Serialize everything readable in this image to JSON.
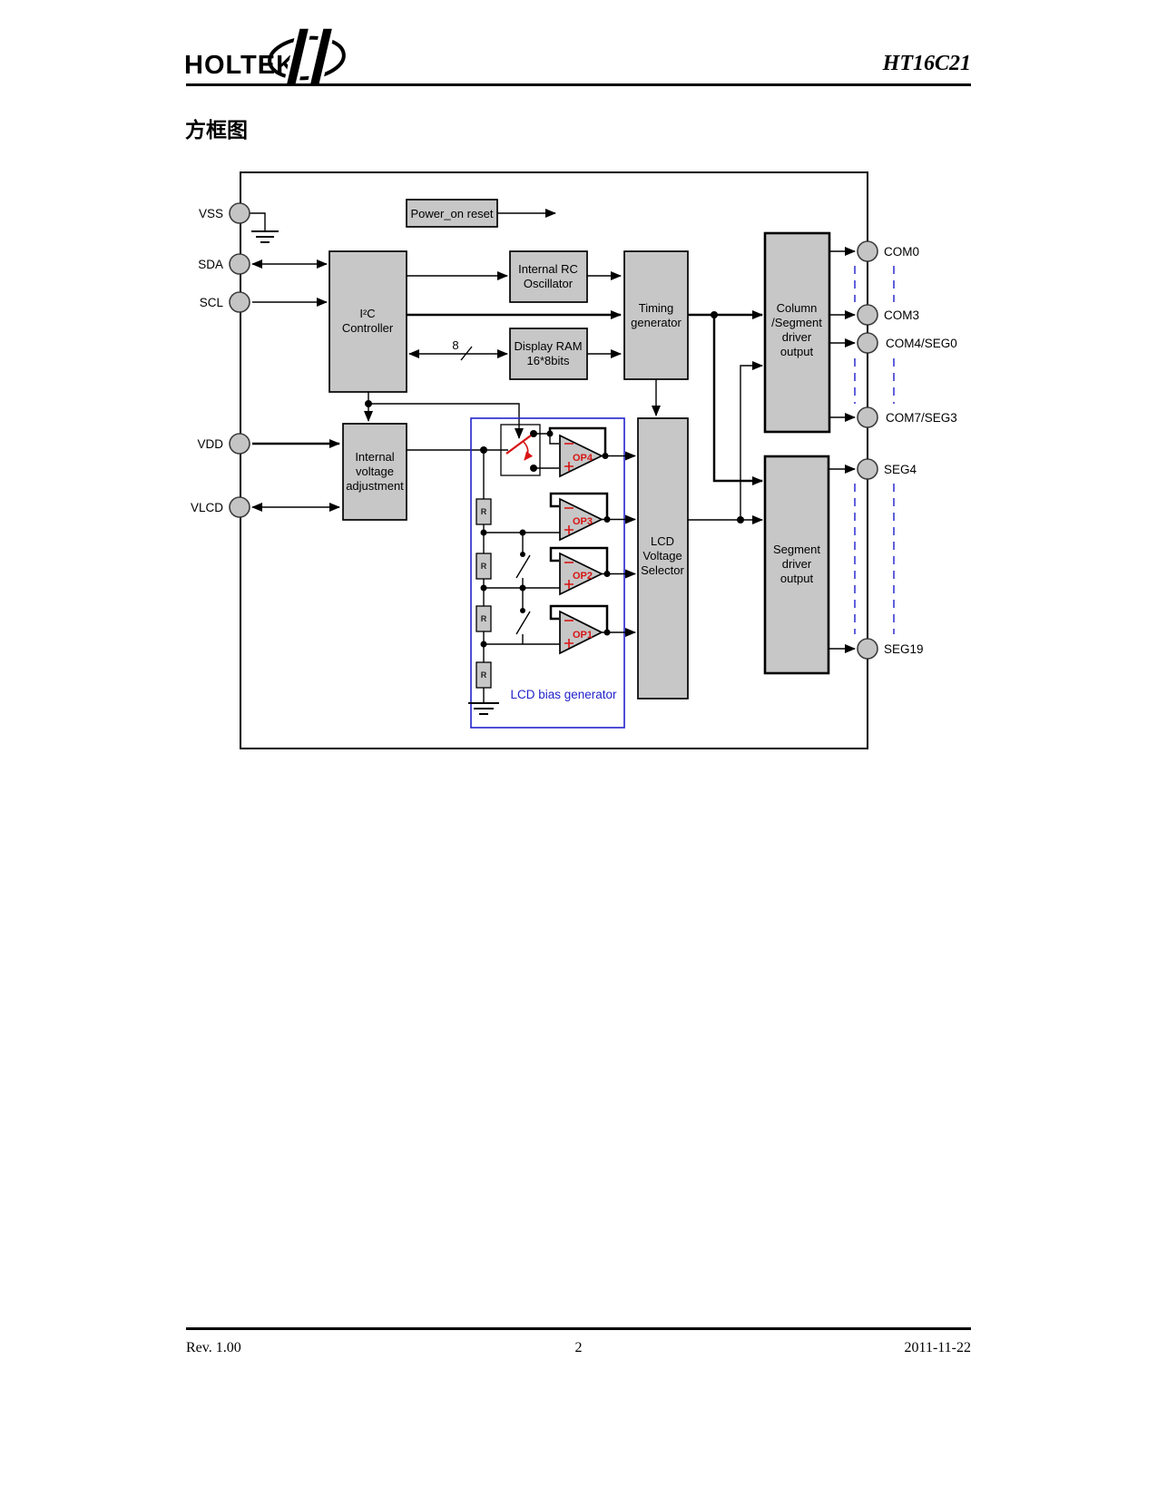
{
  "header": {
    "logo_text": "HOLTEK",
    "part_number": "HT16C21"
  },
  "title": "方框图",
  "diagram": {
    "pins_left": [
      "VSS",
      "SDA",
      "SCL",
      "VDD",
      "VLCD"
    ],
    "pins_right": [
      "COM0",
      "COM3",
      "COM4/SEG0",
      "COM7/SEG3",
      "SEG4",
      "SEG19"
    ],
    "bus_width_label": "8",
    "blocks": {
      "power_on_reset": {
        "lines": [
          "Power_on reset"
        ]
      },
      "i2c_controller": {
        "lines": [
          "I²C",
          "Controller"
        ]
      },
      "internal_rc_oscillator": {
        "lines": [
          "Internal RC",
          "Oscillator"
        ]
      },
      "display_ram": {
        "lines": [
          "Display RAM",
          "16*8bits"
        ]
      },
      "timing_generator": {
        "lines": [
          "Timing",
          "generator"
        ]
      },
      "column_segment_driver_output": {
        "lines": [
          "Column",
          "/Segment",
          "driver",
          "output"
        ]
      },
      "internal_voltage_adjustment": {
        "lines": [
          "Internal",
          "voltage",
          "adjustment"
        ]
      },
      "lcd_voltage_selector": {
        "lines": [
          "LCD",
          "Voltage",
          "Selector"
        ]
      },
      "segment_driver_output": {
        "lines": [
          "Segment",
          "driver",
          "output"
        ]
      }
    },
    "bias_generator": {
      "label": "LCD bias generator",
      "opamps": [
        "OP4",
        "OP3",
        "OP2",
        "OP1"
      ],
      "resistor_label": "R"
    },
    "colors": {
      "block_fill": "#c7c7c7",
      "wire": "#000000",
      "accent_red": "#d81414",
      "accent_blue": "#2222cc"
    }
  },
  "footer": {
    "revision": "Rev. 1.00",
    "page_number": "2",
    "date": "2011-11-22"
  }
}
